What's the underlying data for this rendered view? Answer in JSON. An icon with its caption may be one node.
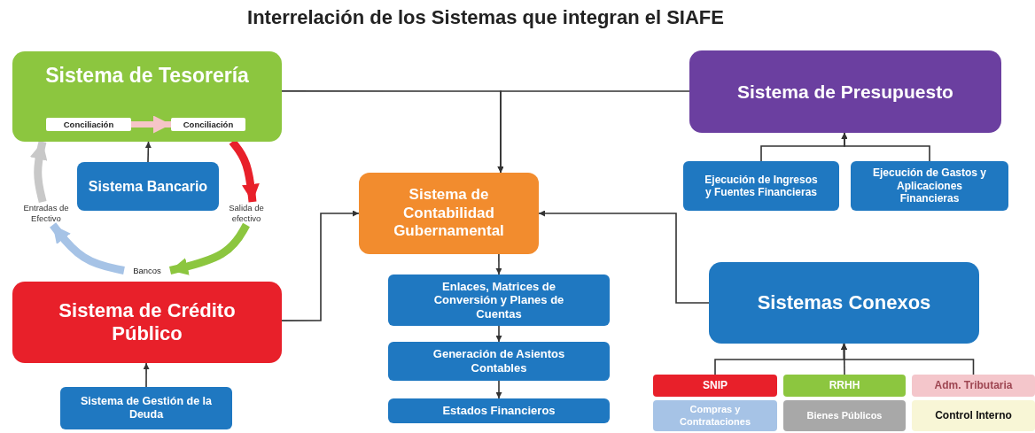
{
  "diagram": {
    "title": "Interrelación de los Sistemas que integran el SIAFE",
    "nodes": [
      {
        "text": [
          "Sistema de Tesorería"
        ]
      },
      {
        "text": [
          "Conciliación"
        ],
        "in": 0
      },
      {
        "text": [
          "Conciliación"
        ],
        "in": 0
      },
      {
        "text": [
          "Sistema Bancario"
        ]
      },
      {
        "text": [
          "Sistema de Crédito Público"
        ]
      },
      {
        "text": [
          "Entradas de Efectivo"
        ]
      },
      {
        "text": [
          "Salida de efectivo"
        ]
      },
      {
        "text": [
          "Bancos"
        ]
      },
      {
        "text": [
          "Sistema de Gestión de la Deuda"
        ]
      },
      {
        "text": [
          "Sistema de Contabilidad Gubernamental"
        ]
      },
      {
        "text": [
          "Enlaces, Matrices de Conversión y Planes de Cuentas"
        ]
      },
      {
        "text": [
          "Generación de Asientos Contables"
        ]
      },
      {
        "text": [
          "Estados Financieros"
        ]
      },
      {
        "text": [
          "Sistema de Presupuesto"
        ]
      },
      {
        "text": [
          "Ejecución de Ingresos y Fuentes Financieras"
        ]
      },
      {
        "text": [
          "Ejecución de Gastos y Aplicaciones Financieras"
        ]
      },
      {
        "text": [
          "Sistemas Conexos"
        ]
      },
      {
        "text": [
          "SNIP"
        ]
      },
      {
        "text": [
          "RRHH"
        ]
      },
      {
        "text": [
          "Adm. Tributaria"
        ]
      },
      {
        "text": [
          "Compras y Contrataciones"
        ]
      },
      {
        "text": [
          "Bienes Públicos"
        ]
      },
      {
        "text": [
          "Control Interno"
        ]
      }
    ],
    "edges": [
      {
        "from": 1,
        "to": 2,
        "arrow": "to",
        "style": "thick",
        "color": "#f6c5c8"
      },
      {
        "from": 3,
        "to": 0,
        "arrow": "to"
      },
      {
        "from": 0,
        "to": 6,
        "arrow": "to",
        "style": "thick",
        "color": "#e8202a"
      },
      {
        "from": 6,
        "to": 7,
        "arrow": "to",
        "style": "thick",
        "color": "#8cc63f"
      },
      {
        "from": 7,
        "to": 5,
        "arrow": "to",
        "style": "thick",
        "color": "#a6c3e6"
      },
      {
        "from": 5,
        "to": 0,
        "arrow": "to",
        "style": "thick",
        "color": "#c8c8c8"
      },
      {
        "from": 8,
        "to": 4,
        "arrow": "to"
      },
      {
        "from": 0,
        "to": 9,
        "arrow": "to"
      },
      {
        "from": 13,
        "to": 9,
        "arrow": "to"
      },
      {
        "from": 4,
        "to": 9,
        "arrow": "to"
      },
      {
        "from": 16,
        "to": 9,
        "arrow": "to"
      },
      {
        "from": 9,
        "to": 10,
        "arrow": "to"
      },
      {
        "from": 10,
        "to": 11,
        "arrow": "to"
      },
      {
        "from": 11,
        "to": 12,
        "arrow": "to"
      },
      {
        "from": 14,
        "to": 13,
        "arrow": "to"
      },
      {
        "from": 15,
        "to": 13,
        "arrow": "to"
      },
      {
        "from": 17,
        "to": 16,
        "arrow": "to"
      },
      {
        "from": 18,
        "to": 16,
        "arrow": "to"
      },
      {
        "from": 19,
        "to": 16,
        "arrow": "to"
      }
    ]
  }
}
